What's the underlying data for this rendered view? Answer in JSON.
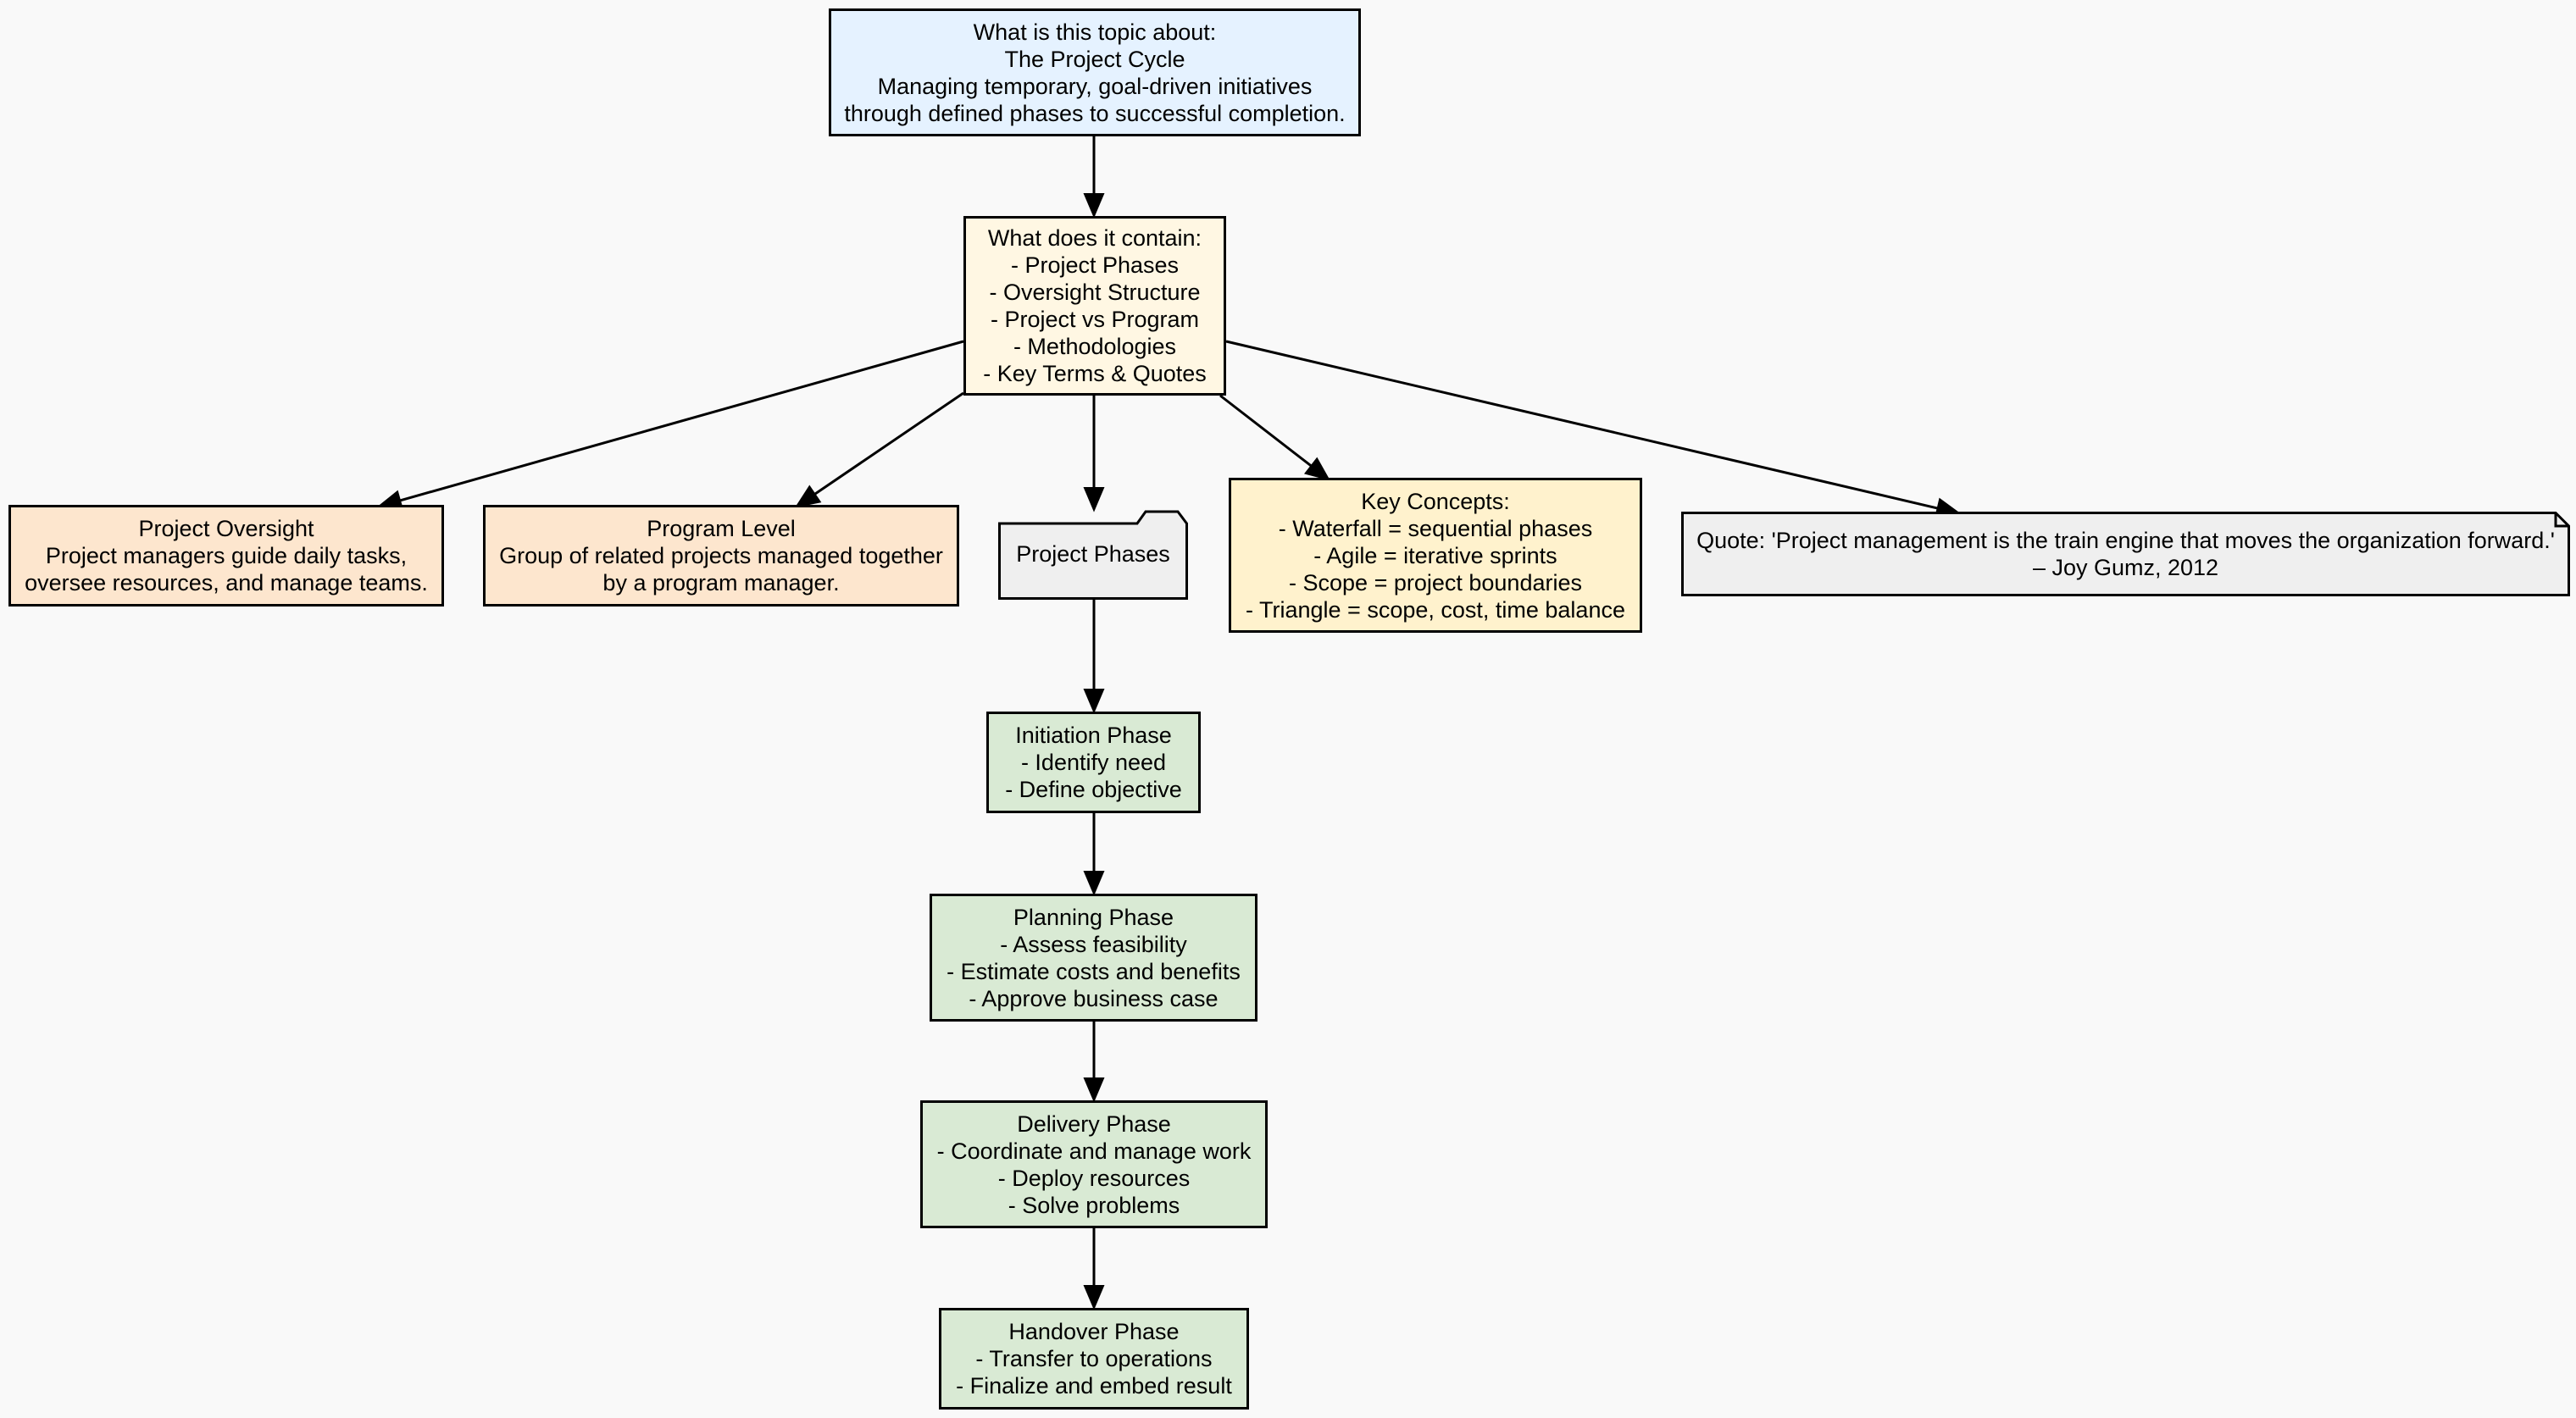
{
  "diagram": {
    "nodes": {
      "topic": {
        "lines": [
          "What is this topic about:",
          "The Project Cycle",
          "Managing temporary, goal-driven initiatives",
          "through defined phases to successful completion."
        ],
        "fill": "#e5f2ff"
      },
      "contents": {
        "lines": [
          "What does it contain:",
          "- Project Phases",
          "- Oversight Structure",
          "- Project vs Program",
          "- Methodologies",
          "- Key Terms & Quotes"
        ],
        "fill": "#fff7e3"
      },
      "oversight": {
        "lines": [
          "Project Oversight",
          "Project managers guide daily tasks,",
          "oversee resources, and manage teams."
        ],
        "fill": "#fde6ce"
      },
      "program": {
        "lines": [
          "Program Level",
          "Group of related projects managed together",
          "by a program manager."
        ],
        "fill": "#fde6ce"
      },
      "phases": {
        "lines": [
          "Project Phases"
        ],
        "fill": "#efefef"
      },
      "concepts": {
        "lines": [
          "Key Concepts:",
          "- Waterfall = sequential phases",
          "- Agile = iterative sprints",
          "- Scope = project boundaries",
          "- Triangle = scope, cost, time balance"
        ],
        "fill": "#fff2cd"
      },
      "quote": {
        "lines": [
          "Quote: 'Project management is the train engine that moves the organization forward.'",
          "– Joy Gumz, 2012"
        ],
        "fill": "#efefef"
      },
      "initiation": {
        "lines": [
          "Initiation Phase",
          "- Identify need",
          "- Define objective"
        ],
        "fill": "#d9ead4"
      },
      "planning": {
        "lines": [
          "Planning Phase",
          "- Assess feasibility",
          "- Estimate costs and benefits",
          "- Approve business case"
        ],
        "fill": "#d9ead4"
      },
      "delivery": {
        "lines": [
          "Delivery Phase",
          "- Coordinate and manage work",
          "- Deploy resources",
          "- Solve problems"
        ],
        "fill": "#d9ead4"
      },
      "handover": {
        "lines": [
          "Handover Phase",
          "- Transfer to operations",
          "- Finalize and embed result"
        ],
        "fill": "#d9ead4"
      }
    },
    "edges": [
      [
        "topic",
        "contents"
      ],
      [
        "contents",
        "oversight"
      ],
      [
        "contents",
        "program"
      ],
      [
        "contents",
        "phases"
      ],
      [
        "contents",
        "concepts"
      ],
      [
        "contents",
        "quote"
      ],
      [
        "phases",
        "initiation"
      ],
      [
        "initiation",
        "planning"
      ],
      [
        "planning",
        "delivery"
      ],
      [
        "delivery",
        "handover"
      ]
    ]
  }
}
